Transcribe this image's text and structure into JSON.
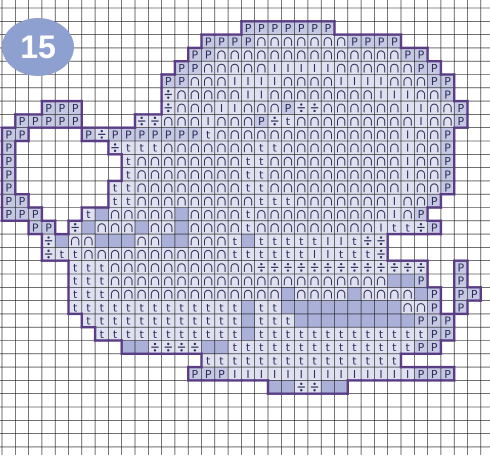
{
  "badge": {
    "number": "15"
  },
  "colors": {
    "grid_line": "#1a1a1a",
    "fill_light": "#dfe1f0",
    "fill_p": "#c5c8e2",
    "fill_moon": "#aab0d8",
    "outline": "#5a3d84",
    "symbol": "#2f2f5a"
  },
  "legend": {
    "P": "letter-P",
    "I": "letter-I",
    "t": "letter-t",
    "a": "arch-symbol",
    "d": "divide-symbol",
    "m": "crescent-moon-symbol"
  },
  "pattern": [
    "....................................",
    "..................PPPPPPP...........",
    "...............PPPPaaaaaaaPPPP......",
    "..............PPaaaaaaaaaaaaaaPP....",
    ".............PPaaaaaIIIIIaaaaaaPP...",
    "............PPaaaIIIIaaaaIIIIaaaPP..",
    "............daaaaaIIaaaaaaaaIIIaaP..",
    "...PPP......daaaIIaaaPddaaaaaaIIaaP.",
    ".PPPPP....ddaaaIaaaPdtaaaaaaaaaIaaP.",
    "PP....PdPPPPPPPtaaaaaaaaaaaaaaIaaP..",
    "P.......dtttaaaaaaattaaaaaaaaaIaaP..",
    "P........taaaaaaaattaaaaaaaaaaIaaP..",
    "P........taaaaaaaattaaaaaaaaaaIaaP..",
    "P.......ttaaaaaaaattaaaaaaaaaaIaaP..",
    "PP......ttaaaaaaaaatttaaaaaaaIaaP...",
    "PPP...tmaaaaamaaaataaaaaaaaaaIaP....",
    "..PP.dmaaamaamaaaataaaaaaaaaIttdP...",
    "...dmaammmaammaaatmtttttIItdd.......",
    "...dttaaaaaaaaaaattttttIItttd.......",
    ".....tttaaaaaaaaaaaddddddddddddd..P.",
    ".....tttaaaaaaaaaaaaaaaaaaaaammP..P.",
    ".....tttaaaaaaaaaaaaamaaaamaaaamP.PP",
    ".....tttttttttttttmttmmmmmmmmmaaP.P.",
    "......ttttttttttttmtttmmmmmmmmmPPP..",
    ".......tttttttttttmtttttttttttttPP..",
    ".........mmddddmmttttttttttttttPP...",
    "...............ttttttttttttttt......",
    "..............PPPIIIIIIIIIIIIIIPPP..",
    "....................mmddmm.........."
  ]
}
